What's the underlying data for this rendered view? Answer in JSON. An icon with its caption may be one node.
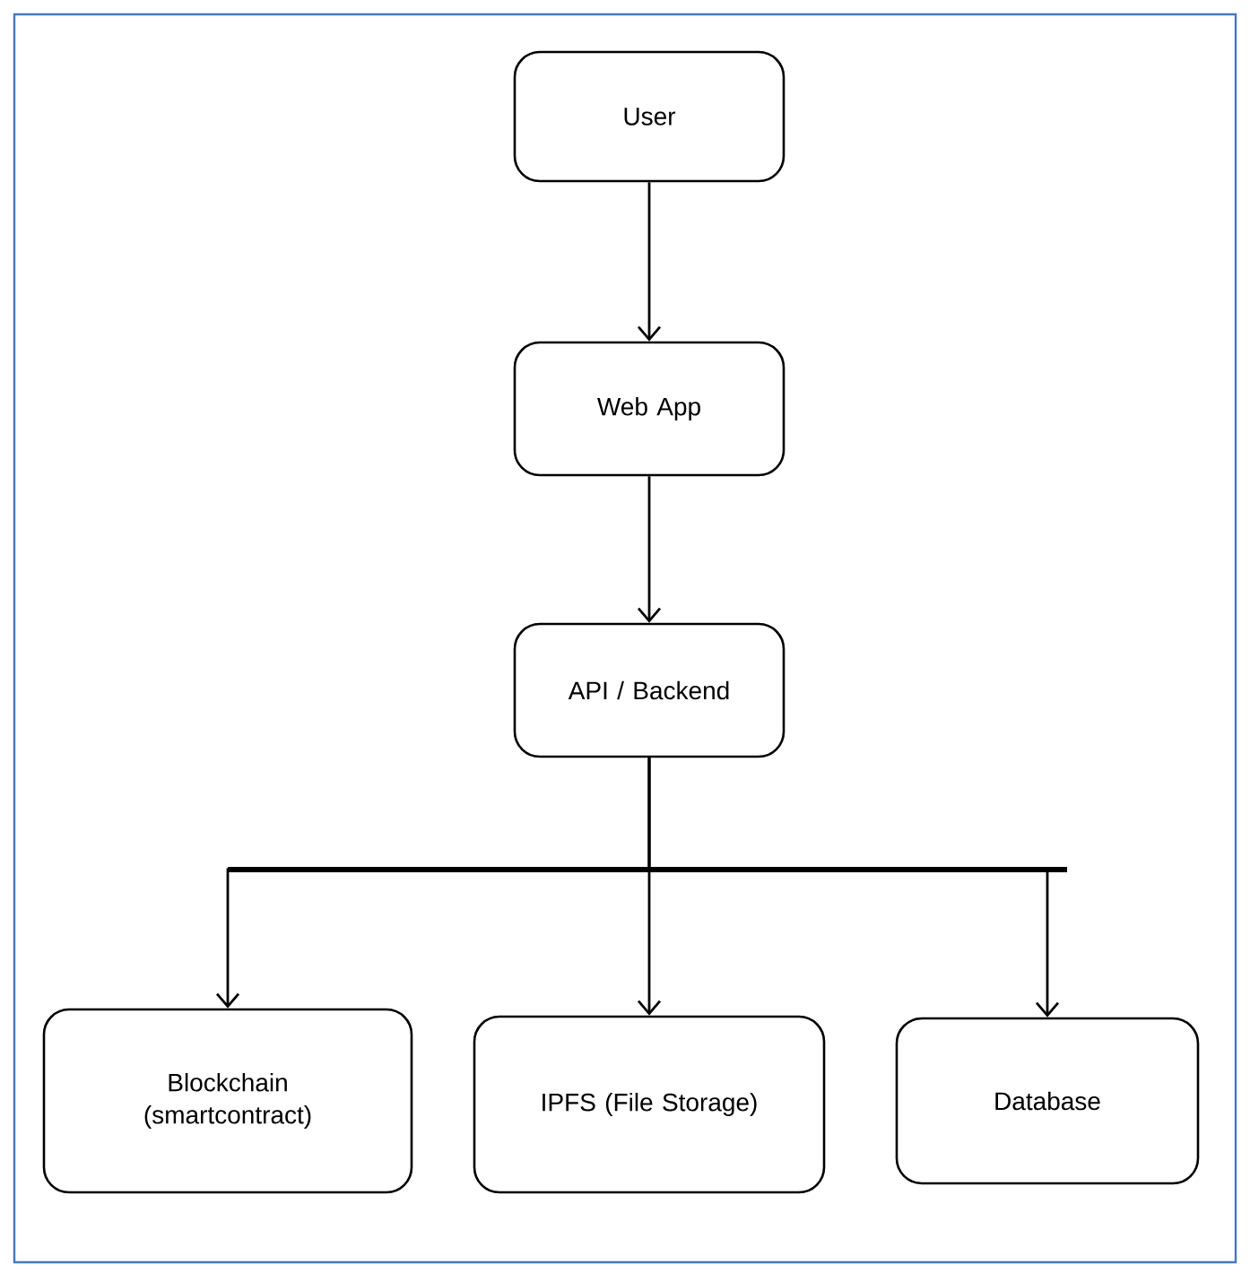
{
  "diagram": {
    "nodes": [
      {
        "text": [
          "User"
        ]
      },
      {
        "text": [
          "Web App"
        ]
      },
      {
        "text": [
          "API / Backend"
        ]
      },
      {
        "text": [
          "Blockchain (smartcontract)"
        ]
      },
      {
        "text": [
          "IPFS (File Storage)"
        ]
      },
      {
        "text": [
          "Database"
        ]
      }
    ],
    "edges": [
      {
        "from": 0,
        "to": 1,
        "arrow": "to"
      },
      {
        "from": 1,
        "to": 2,
        "arrow": "to"
      },
      {
        "from": 2,
        "to": 3,
        "arrow": "to"
      },
      {
        "from": 2,
        "to": 4,
        "arrow": "to"
      },
      {
        "from": 2,
        "to": 5,
        "arrow": "to"
      }
    ]
  }
}
